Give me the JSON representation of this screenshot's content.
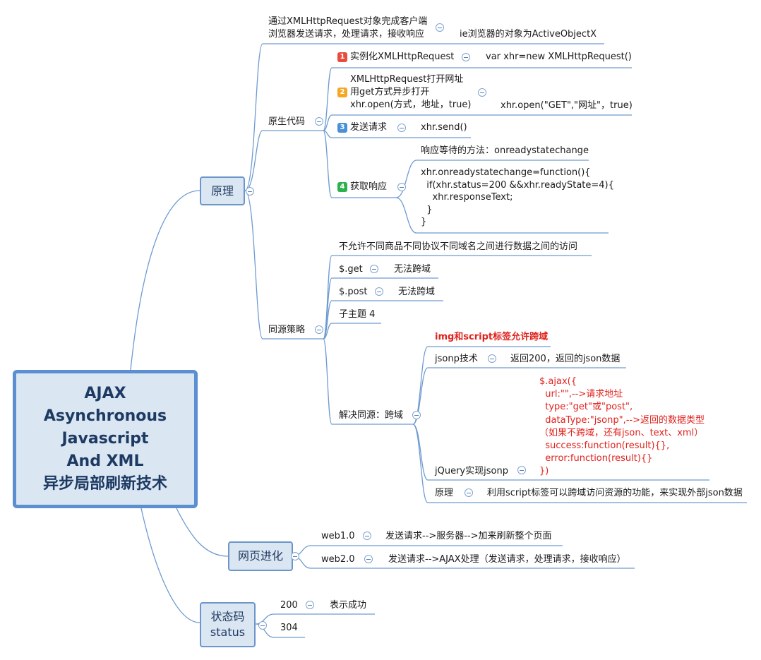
{
  "root": {
    "title_lines": [
      "AJAX",
      "Asynchronous",
      "Javascript",
      "And XML",
      "异步局部刷新技术"
    ]
  },
  "principle": {
    "label": "原理",
    "intro": {
      "text": "通过XMLHttpRequest对象完成客户端\n浏览器发送请求，处理请求，接收响应",
      "detail": "ie浏览器的对象为ActiveObjectX"
    },
    "native": {
      "label": "原生代码",
      "steps": [
        {
          "badge": "1",
          "badge_color": "#e74c3c",
          "text": "实例化XMLHttpRequest",
          "detail": "var xhr=new XMLHttpRequest()"
        },
        {
          "badge": "2",
          "badge_color": "#f5a623",
          "text": "XMLHttpRequest打开网址\n用get方式异步打开\nxhr.open(方式，地址，true)",
          "detail": "xhr.open(\"GET\",\"网址\"，true)"
        },
        {
          "badge": "3",
          "badge_color": "#4a90d9",
          "text": "发送请求",
          "detail": "xhr.send()"
        },
        {
          "badge": "4",
          "badge_color": "#2bb24c",
          "text": "获取响应",
          "detail": "响应等待的方法：onreadystatechange",
          "code": "xhr.onreadystatechange=function(){\n  if(xhr.status=200 &&xhr.readyState=4){\n    xhr.responseText;\n  }\n}"
        }
      ]
    },
    "same_origin": {
      "label": "同源策略",
      "desc": "不允许不同商品不同协议不同域名之间进行数据之间的访问",
      "get": {
        "label": "$.get",
        "detail": "无法跨域"
      },
      "post": {
        "label": "$.post",
        "detail": "无法跨域"
      },
      "subtopic": "子主题 4",
      "cross": {
        "label": "解决同源：跨域",
        "allow": "img和script标签允许跨域",
        "jsonp": {
          "label": "jsonp技术",
          "detail": "返回200，返回的json数据"
        },
        "jquery": {
          "label": "jQuery实现jsonp",
          "code": "$.ajax({\n  url:\"\",-->请求地址\n  type:\"get\"或\"post\",\n  dataType:\"jsonp\",-->返回的数据类型\n（如果不跨域，还有json、text、xml）\n  success:function(result){},\n  error:function(result){}\n})"
        },
        "principle": {
          "label": "原理",
          "detail": "利用script标签可以跨域访问资源的功能，来实现外部json数据"
        }
      }
    }
  },
  "evolution": {
    "label": "网页进化",
    "web1": {
      "label": "web1.0",
      "detail": "发送请求-->服务器-->加来刷新整个页面"
    },
    "web2": {
      "label": "web2.0",
      "detail": "发送请求-->AJAX处理（发送请求，处理请求，接收响应）"
    }
  },
  "status": {
    "label": "状态码\nstatus",
    "ok": {
      "code": "200",
      "detail": "表示成功"
    },
    "nm": {
      "code": "304"
    }
  },
  "colors": {
    "line": "#6f9bd0",
    "box_fill": "#dbe6f3",
    "box_border": "#6b96c9",
    "root_border": "#5b8fd1",
    "red_text": "#e0221c"
  }
}
